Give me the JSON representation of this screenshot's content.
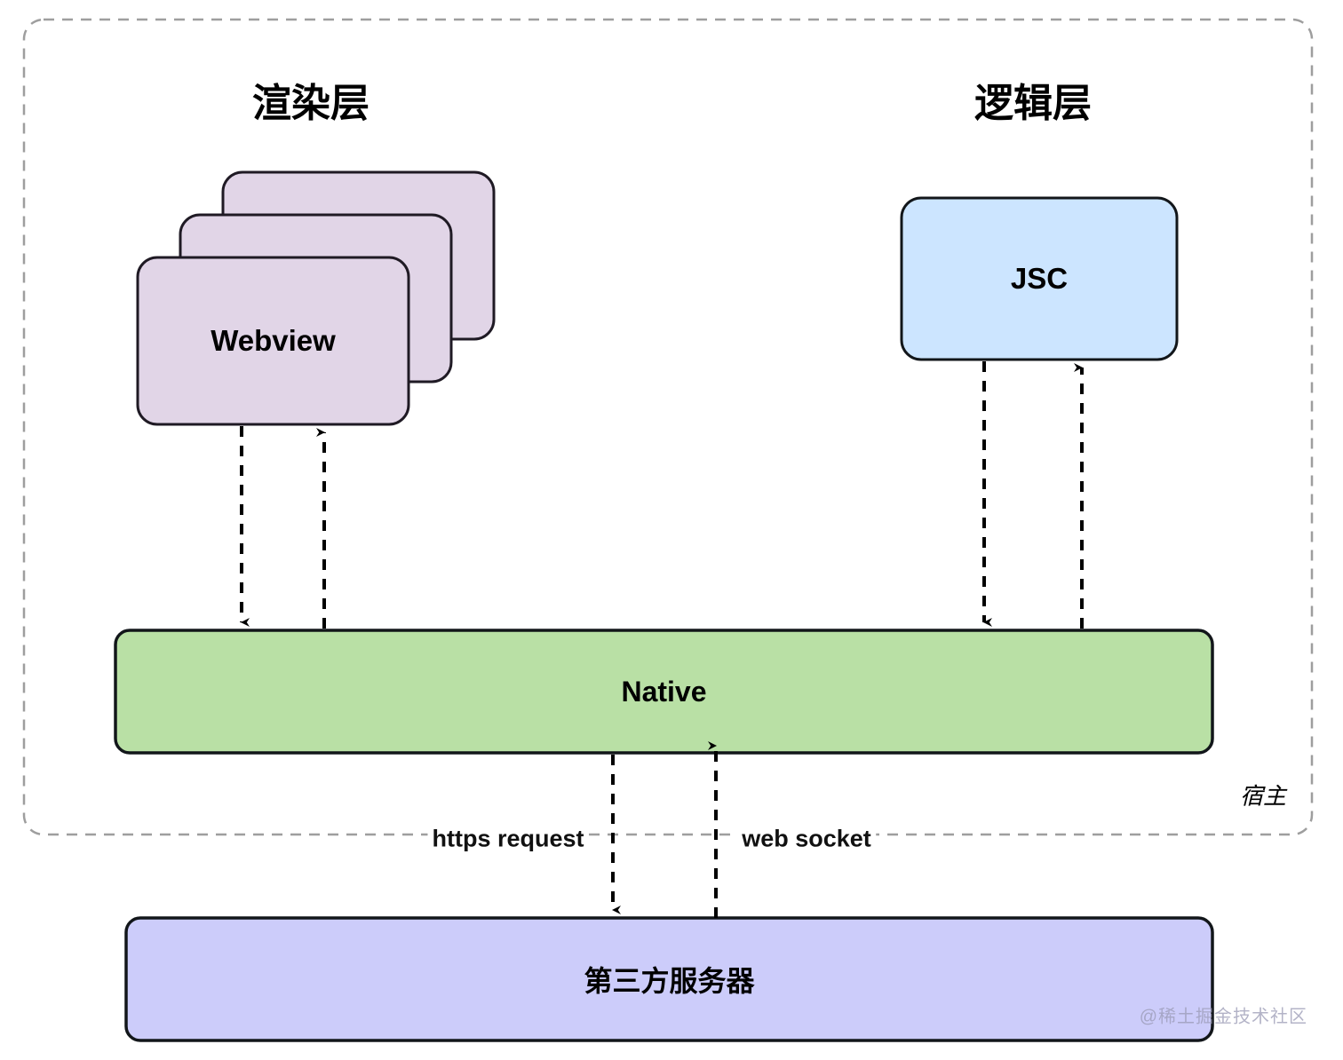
{
  "diagram": {
    "title_render_layer": "渲染层",
    "title_logic_layer": "逻辑层",
    "host_boundary_label": "宿主",
    "watermark": "@稀土掘金技术社区"
  },
  "nodes": {
    "webview": {
      "label": "Webview",
      "fill": "#E1D5E7",
      "stroke": "#1F1A24",
      "stack_count": 3
    },
    "jsc": {
      "label": "JSC",
      "fill": "#CCE5FF",
      "stroke": "#12161A"
    },
    "native": {
      "label": "Native",
      "fill": "#B9E0A5",
      "stroke": "#12161A"
    },
    "server": {
      "label": "第三方服务器",
      "fill": "#CCCCFA",
      "stroke": "#12161A"
    }
  },
  "edges": [
    {
      "name": "native-to-webview",
      "label": "",
      "direction": "up"
    },
    {
      "name": "webview-to-native",
      "label": "",
      "direction": "down"
    },
    {
      "name": "native-to-jsc",
      "label": "",
      "direction": "down"
    },
    {
      "name": "jsc-to-native",
      "label": "",
      "direction": "up"
    },
    {
      "name": "native-to-server",
      "label": "https request",
      "direction": "down"
    },
    {
      "name": "server-to-native",
      "label": "web socket",
      "direction": "up"
    }
  ],
  "labels": {
    "https_request": "https request",
    "web_socket": "web socket"
  },
  "colors": {
    "canvas": "#FFFFFF",
    "host_dashed": "#9E9E9E",
    "arrow": "#000000",
    "text": "#000000"
  }
}
